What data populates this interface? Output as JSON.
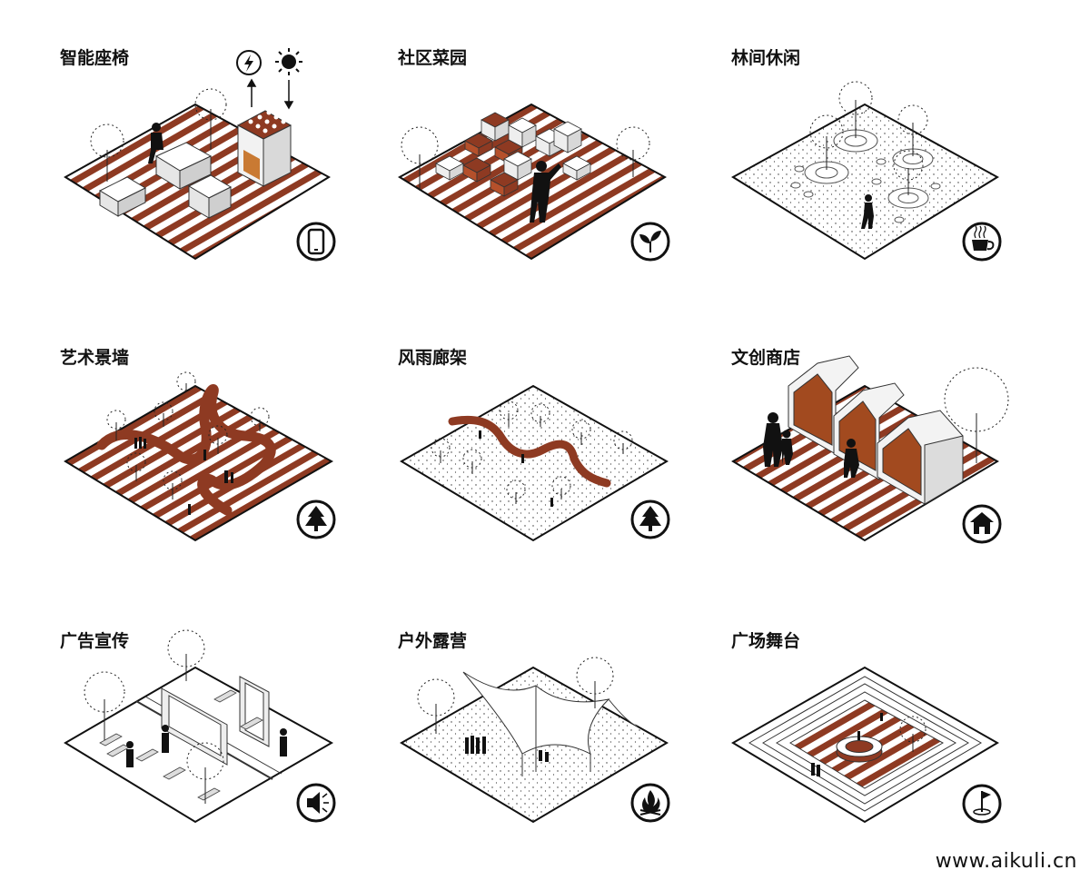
{
  "colors": {
    "accent": "#8e3a22",
    "outline": "#111111",
    "pale": "#f2f2f2"
  },
  "panels": [
    {
      "title": "智能座椅",
      "pattern": "stripes",
      "icon": "smartphone-icon"
    },
    {
      "title": "社区菜园",
      "pattern": "stripes",
      "icon": "sprout-icon"
    },
    {
      "title": "林间休闲",
      "pattern": "dots",
      "icon": "coffee-cup-icon"
    },
    {
      "title": "艺术景墙",
      "pattern": "stripes",
      "icon": "tree-icon"
    },
    {
      "title": "风雨廊架",
      "pattern": "dots",
      "icon": "tree-icon"
    },
    {
      "title": "文创商店",
      "pattern": "stripes",
      "icon": "house-icon"
    },
    {
      "title": "广告宣传",
      "pattern": "plain",
      "icon": "megaphone-icon"
    },
    {
      "title": "户外露营",
      "pattern": "dots",
      "icon": "campfire-icon"
    },
    {
      "title": "广场舞台",
      "pattern": "square",
      "icon": "flag-icon"
    }
  ],
  "watermark": "www.aikuli.cn"
}
